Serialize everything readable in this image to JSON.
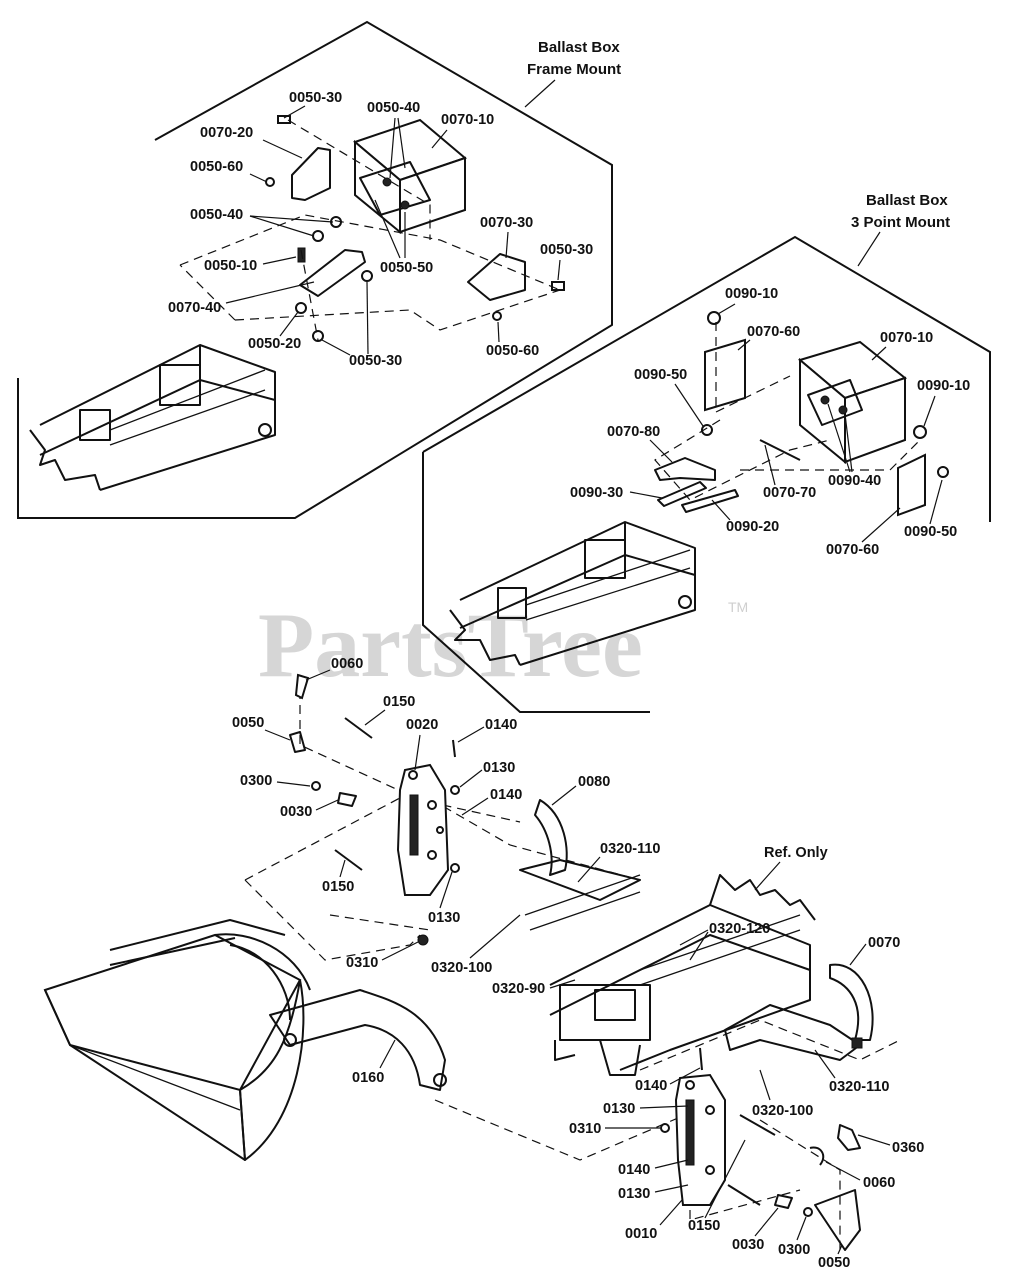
{
  "watermark": {
    "text": "PartsTree",
    "trademark": "TM"
  },
  "insets": {
    "frame_mount": {
      "title_line1": "Ballast Box",
      "title_line2": "Frame Mount"
    },
    "three_point_mount": {
      "title_line1": "Ballast Box",
      "title_line2": "3 Point Mount"
    }
  },
  "callouts": {
    "fm_0050_30_top": "0050-30",
    "fm_0050_40_top": "0050-40",
    "fm_0070_10": "0070-10",
    "fm_0070_20": "0070-20",
    "fm_0050_60_left": "0050-60",
    "fm_0050_40_mid": "0050-40",
    "fm_0050_10": "0050-10",
    "fm_0070_40": "0070-40",
    "fm_0050_50": "0050-50",
    "fm_0070_30": "0070-30",
    "fm_0050_30_right": "0050-30",
    "fm_0050_20": "0050-20",
    "fm_0050_30_bottom": "0050-30",
    "fm_0050_60_bottom": "0050-60",
    "tp_0090_10_top": "0090-10",
    "tp_0070_60_top": "0070-60",
    "tp_0070_10": "0070-10",
    "tp_0090_50_left": "0090-50",
    "tp_0090_10_right": "0090-10",
    "tp_0070_80": "0070-80",
    "tp_0090_40": "0090-40",
    "tp_0070_70": "0070-70",
    "tp_0090_30": "0090-30",
    "tp_0090_20": "0090-20",
    "tp_0070_60_bottom": "0070-60",
    "tp_0090_50_right": "0090-50",
    "m_0060_top": "0060",
    "m_0150_top": "0150",
    "m_0050_left": "0050",
    "m_0020": "0020",
    "m_0140_top": "0140",
    "m_0300_left": "0300",
    "m_0130_top": "0130",
    "m_0080": "0080",
    "m_0140_mid": "0140",
    "m_0030_left": "0030",
    "m_0320_110_top": "0320-110",
    "m_ref_only": "Ref. Only",
    "m_0150_mid": "0150",
    "m_0130_mid": "0130",
    "m_0320_120": "0320-120",
    "m_0310_left": "0310",
    "m_0320_100_left": "0320-100",
    "m_0070": "0070",
    "m_0320_90": "0320-90",
    "m_0160": "0160",
    "m_0140_bottom": "0140",
    "m_0320_110_bottom": "0320-110",
    "m_0130_low1": "0130",
    "m_0320_100_bottom": "0320-100",
    "m_0310_bottom": "0310",
    "m_0360": "0360",
    "m_0140_low": "0140",
    "m_0060_bottom": "0060",
    "m_0130_low2": "0130",
    "m_0010": "0010",
    "m_0150_bottom": "0150",
    "m_0030_bottom": "0030",
    "m_0300_bottom": "0300",
    "m_0050_bottom": "0050"
  }
}
